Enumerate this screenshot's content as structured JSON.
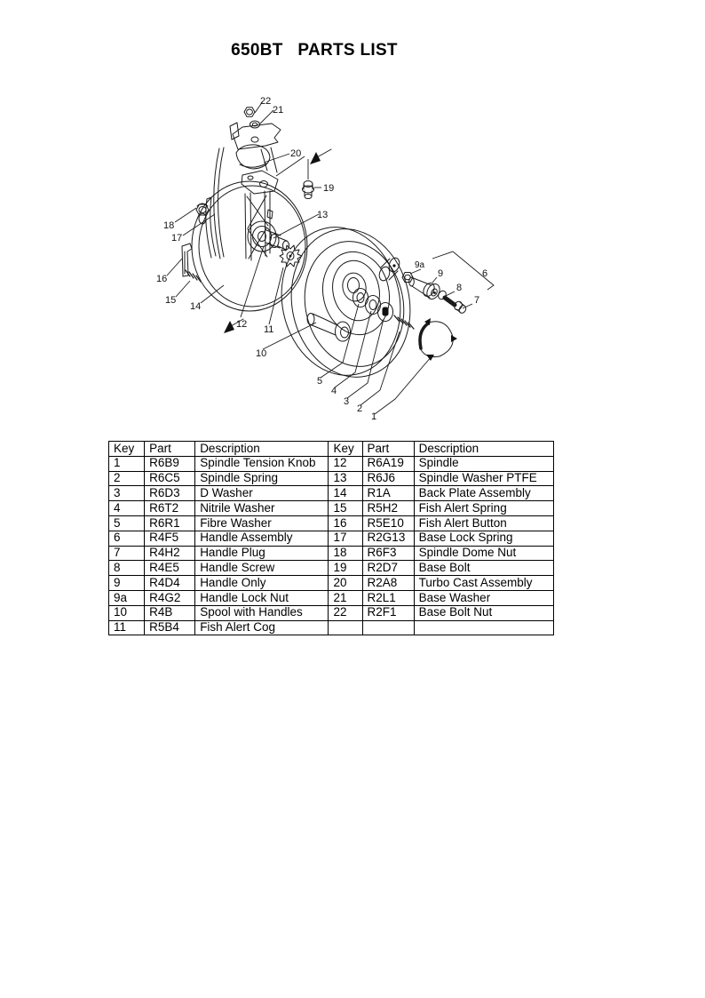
{
  "page": {
    "title": "650BT   PARTS LIST"
  },
  "diagram": {
    "kind": "exploded-parts-drawing",
    "subject": "650BT centerpin reel exploded view",
    "callouts": [
      {
        "label": "22"
      },
      {
        "label": "21"
      },
      {
        "label": "20"
      },
      {
        "label": "19"
      },
      {
        "label": "13"
      },
      {
        "label": "18"
      },
      {
        "label": "17"
      },
      {
        "label": "16"
      },
      {
        "label": "15"
      },
      {
        "label": "14"
      },
      {
        "label": "12"
      },
      {
        "label": "11"
      },
      {
        "label": "10"
      },
      {
        "label": "9a"
      },
      {
        "label": "9"
      },
      {
        "label": "8"
      },
      {
        "label": "7"
      },
      {
        "label": "6"
      },
      {
        "label": "5"
      },
      {
        "label": "4"
      },
      {
        "label": "3"
      },
      {
        "label": "2"
      },
      {
        "label": "1"
      }
    ]
  },
  "table": {
    "headers": [
      "Key",
      "Part",
      "Description",
      "Key",
      "Part",
      "Description"
    ],
    "rows": [
      [
        "1",
        "R6B9",
        "Spindle Tension Knob",
        "12",
        "R6A19",
        "Spindle"
      ],
      [
        "2",
        "R6C5",
        "Spindle Spring",
        "13",
        "R6J6",
        "Spindle Washer PTFE"
      ],
      [
        "3",
        "R6D3",
        "D Washer",
        "14",
        "R1A",
        "Back Plate Assembly"
      ],
      [
        "4",
        "R6T2",
        "Nitrile Washer",
        "15",
        "R5H2",
        "Fish Alert Spring"
      ],
      [
        "5",
        "R6R1",
        "Fibre Washer",
        "16",
        "R5E10",
        "Fish Alert Button"
      ],
      [
        "6",
        "R4F5",
        "Handle Assembly",
        "17",
        "R2G13",
        "Base Lock Spring"
      ],
      [
        "7",
        "R4H2",
        "Handle Plug",
        "18",
        "R6F3",
        "Spindle Dome Nut"
      ],
      [
        "8",
        "R4E5",
        "Handle Screw",
        "19",
        "R2D7",
        "Base Bolt"
      ],
      [
        "9",
        "R4D4",
        "Handle Only",
        "20",
        "R2A8",
        "Turbo Cast Assembly"
      ],
      [
        "9a",
        "R4G2",
        "Handle Lock Nut",
        "21",
        "R2L1",
        "Base Washer"
      ],
      [
        "10",
        "R4B",
        "Spool with Handles",
        "22",
        "R2F1",
        "Base Bolt Nut"
      ],
      [
        "11",
        "R5B4",
        "Fish Alert Cog",
        "",
        "",
        ""
      ]
    ]
  }
}
